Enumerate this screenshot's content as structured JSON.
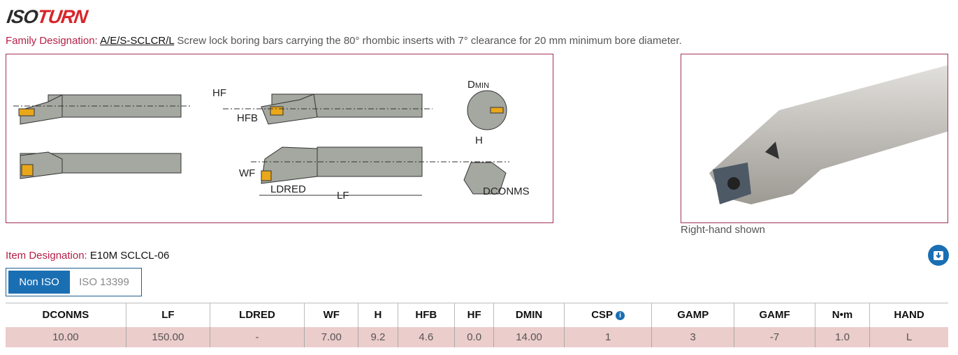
{
  "logo": {
    "part1": "ISO",
    "part2": "TURN"
  },
  "family": {
    "label": "Family Designation:",
    "code": "A/E/S-SCLCR/L",
    "description": "Screw lock boring bars carrying the 80° rhombic inserts with 7° clearance for 20 mm minimum bore diameter."
  },
  "drawing": {
    "labels": {
      "hf": "HF",
      "hfb": "HFB",
      "wf": "WF",
      "ldred": "LDRED",
      "lf": "LF",
      "dmin_d": "D",
      "dmin_sub": "MIN",
      "h": "H",
      "dconms": "DCONMS"
    }
  },
  "photo": {
    "caption": "Right-hand shown"
  },
  "item": {
    "label": "Item Designation:",
    "value": "E10M SCLCL-06"
  },
  "download_icon": "download-icon",
  "tabs": [
    {
      "label": "Non ISO",
      "active": true
    },
    {
      "label": "ISO 13399",
      "active": false
    }
  ],
  "table": {
    "headers": [
      "DCONMS",
      "LF",
      "LDRED",
      "WF",
      "H",
      "HFB",
      "HF",
      "DMIN",
      "CSP",
      "GAMP",
      "GAMF",
      "N•m",
      "HAND"
    ],
    "row": [
      "10.00",
      "150.00",
      "-",
      "7.00",
      "9.2",
      "4.6",
      "0.0",
      "14.00",
      "1",
      "3",
      "-7",
      "1.0",
      "L"
    ]
  },
  "colors": {
    "accent": "#1a6fb3",
    "label": "#b51e47",
    "row": "#ebcdcb"
  }
}
